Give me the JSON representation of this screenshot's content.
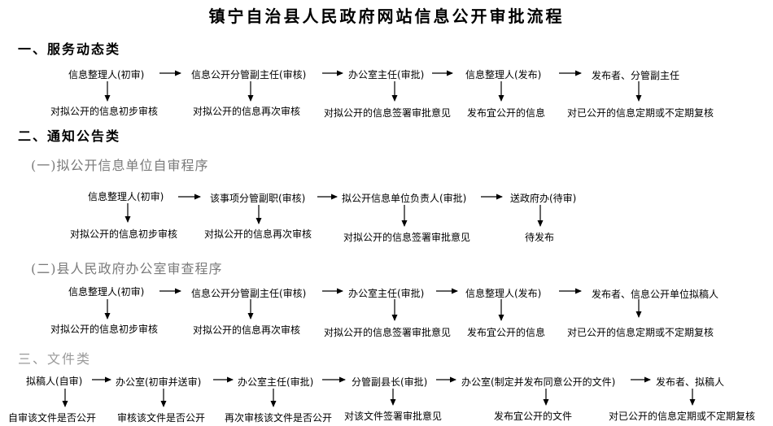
{
  "title": "镇宁自治县人民政府网站信息公开审批流程",
  "sections": {
    "s1": {
      "heading": "一、服务动态类",
      "nodes": [
        "信息整理人(初审)",
        "信息公开分管副主任(审核)",
        "办公室主任(审批)",
        "信息整理人(发布)",
        "发布者、分管副主任"
      ],
      "notes": [
        "对拟公开的信息初步审核",
        "对拟公开的信息再次审核",
        "对拟公开的信息签署审批意见",
        "发布宜公开的信息",
        "对已公开的信息定期或不定期复核"
      ]
    },
    "s2": {
      "heading": "二、通知公告类",
      "sub1": {
        "heading": "(一)拟公开信息单位自审程序",
        "nodes": [
          "信息整理人(初审)",
          "该事项分管副职(审核)",
          "拟公开信息单位负责人(审批)",
          "送政府办(待审)"
        ],
        "notes": [
          "对拟公开的信息初步审核",
          "对拟公开的信息再次审核",
          "对拟公开的信息签署审批意见",
          "待发布"
        ]
      },
      "sub2": {
        "heading": "(二)县人民政府办公室审查程序",
        "nodes": [
          "信息整理人(初审)",
          "信息公开分管副主任(审核)",
          "办公室主任(审批)",
          "信息整理人(发布)",
          "发布者、信息公开单位拟稿人"
        ],
        "notes": [
          "对拟公开的信息初步审核",
          "对拟公开的信息再次审核",
          "对拟公开的信息签署审批意见",
          "发布宜公开的信息",
          "对已公开的信息定期或不定期复核"
        ]
      }
    },
    "s3": {
      "heading": "三、文件类",
      "nodes": [
        "拟稿人(自审)",
        "办公室(初审并送审)",
        "办公室主任(审批)",
        "分管副县长(审批)",
        "办公室(制定并发布同意公开的文件)",
        "发布者、拟稿人"
      ],
      "notes": [
        "自审该文件是否公开",
        "审核该文件是否公开",
        "再次审核该文件是否公开",
        "对该文件签署审批意见",
        "发布宜公开的文件",
        "对已公开的信息定期或不定期复核"
      ]
    }
  }
}
